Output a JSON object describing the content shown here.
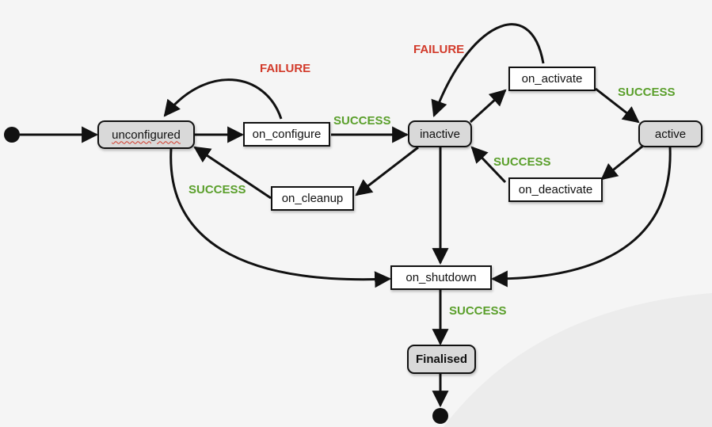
{
  "colors": {
    "success": "#5a9f2b",
    "failure": "#d23a2a",
    "state_fill": "#d9d9d9",
    "transition_fill": "#ffffff",
    "stroke": "#111111"
  },
  "states": {
    "unconfigured": "unconfigured",
    "inactive": "inactive",
    "active": "active",
    "finalised": "Finalised"
  },
  "transitions": {
    "on_configure": "on_configure",
    "on_cleanup": "on_cleanup",
    "on_activate": "on_activate",
    "on_deactivate": "on_deactivate",
    "on_shutdown": "on_shutdown"
  },
  "edge_labels": {
    "configure_failure": "FAILURE",
    "configure_success": "SUCCESS",
    "cleanup_success": "SUCCESS",
    "activate_failure": "FAILURE",
    "activate_success": "SUCCESS",
    "deactivate_success": "SUCCESS",
    "shutdown_success": "SUCCESS"
  }
}
